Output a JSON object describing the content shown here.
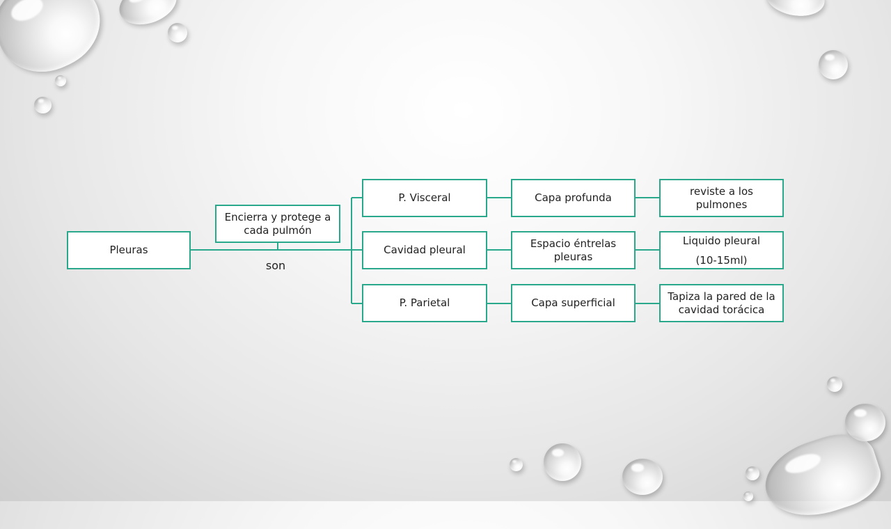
{
  "diagram": {
    "root": "Pleuras",
    "connector_label": "son",
    "description_node": "Encierra y protege a cada pulmón",
    "rows": [
      {
        "part": "P. Visceral",
        "detail": "Capa profunda",
        "note": "reviste a los pulmones"
      },
      {
        "part": "Cavidad pleural",
        "detail": "Espacio éntrelas pleuras",
        "note_line1": "Liquido pleural",
        "note_line2": "(10-15ml)"
      },
      {
        "part": "P. Parietal",
        "detail": "Capa superficial",
        "note": "Tapiza la pared de la cavidad torácica"
      }
    ],
    "colors": {
      "accent": "#2aa88c",
      "text": "#222222",
      "box_fill": "#ffffff"
    }
  }
}
